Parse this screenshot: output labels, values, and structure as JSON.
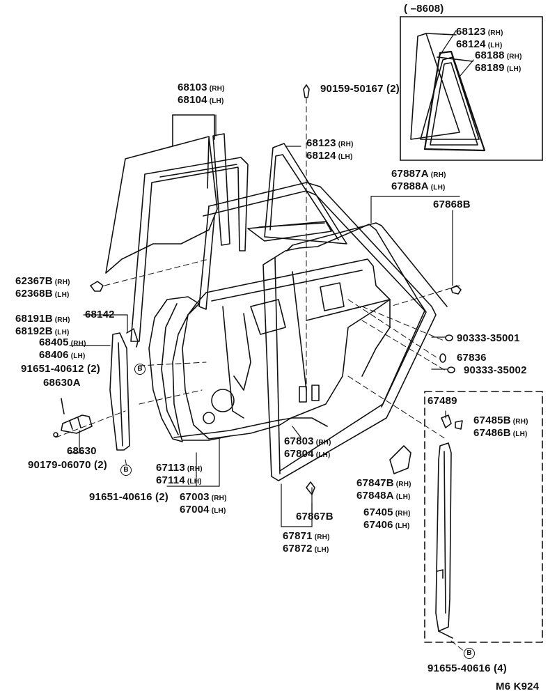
{
  "diagram": {
    "inset_top_range": "(      –8608)",
    "footer_code": "M6  K924",
    "marker_letter": "B",
    "labels": {
      "p68123_68124_inset": {
        "a": "68123",
        "a_side": "(RH)",
        "b": "68124",
        "b_side": "(LH)"
      },
      "p68188_68189": {
        "a": "68188",
        "a_side": "(RH)",
        "b": "68189",
        "b_side": "(LH)"
      },
      "p68103_68104": {
        "a": "68103",
        "a_side": "(RH)",
        "b": "68104",
        "b_side": "(LH)"
      },
      "p90159": {
        "a": "90159-50167",
        "qty": "(2)"
      },
      "p68123_68124": {
        "a": "68123",
        "a_side": "(RH)",
        "b": "68124",
        "b_side": "(LH)"
      },
      "p67887_67888": {
        "a": "67887A",
        "a_side": "(RH)",
        "b": "67888A",
        "b_side": "(LH)"
      },
      "p67868B": {
        "a": "67868B"
      },
      "p62367_62368": {
        "a": "62367B",
        "a_side": "(RH)",
        "b": "62368B",
        "b_side": "(LH)"
      },
      "p68142": {
        "a": "68142"
      },
      "p68191_68192": {
        "a": "68191B",
        "a_side": "(RH)",
        "b": "68192B",
        "b_side": "(LH)"
      },
      "p68405_68406": {
        "a": "68405",
        "a_side": "(RH)",
        "b": "68406",
        "b_side": "(LH)"
      },
      "p91651_40612": {
        "a": "91651-40612",
        "qty": "(2)"
      },
      "p68630A": {
        "a": "68630A"
      },
      "p68630": {
        "a": "68630"
      },
      "p90179": {
        "a": "90179-06070",
        "qty": "(2)"
      },
      "p91651_40616": {
        "a": "91651-40616",
        "qty": "(2)"
      },
      "p67113_67114": {
        "a": "67113",
        "a_side": "(RH)",
        "b": "67114",
        "b_side": "(LH)"
      },
      "p67003_67004": {
        "a": "67003",
        "a_side": "(RH)",
        "b": "67004",
        "b_side": "(LH)"
      },
      "p90333_35001": {
        "a": "90333-35001"
      },
      "p67836": {
        "a": "67836"
      },
      "p90333_35002": {
        "a": "90333-35002"
      },
      "p67489": {
        "a": "67489"
      },
      "p67485_67486": {
        "a": "67485B",
        "a_side": "(RH)",
        "b": "67486B",
        "b_side": "(LH)"
      },
      "p67803_67804": {
        "a": "67803",
        "a_side": "(RH)",
        "b": "67804",
        "b_side": "(LH)"
      },
      "p67847_67848": {
        "a": "67847B",
        "a_side": "(RH)",
        "b": "67848A",
        "b_side": "(LH)"
      },
      "p67405_67406": {
        "a": "67405",
        "a_side": "(RH)",
        "b": "67406",
        "b_side": "(LH)"
      },
      "p67867B": {
        "a": "67867B"
      },
      "p67871_67872": {
        "a": "67871",
        "a_side": "(RH)",
        "b": "67872",
        "b_side": "(LH)"
      },
      "p91655": {
        "a": "91655-40616",
        "qty": "(4)"
      }
    }
  }
}
